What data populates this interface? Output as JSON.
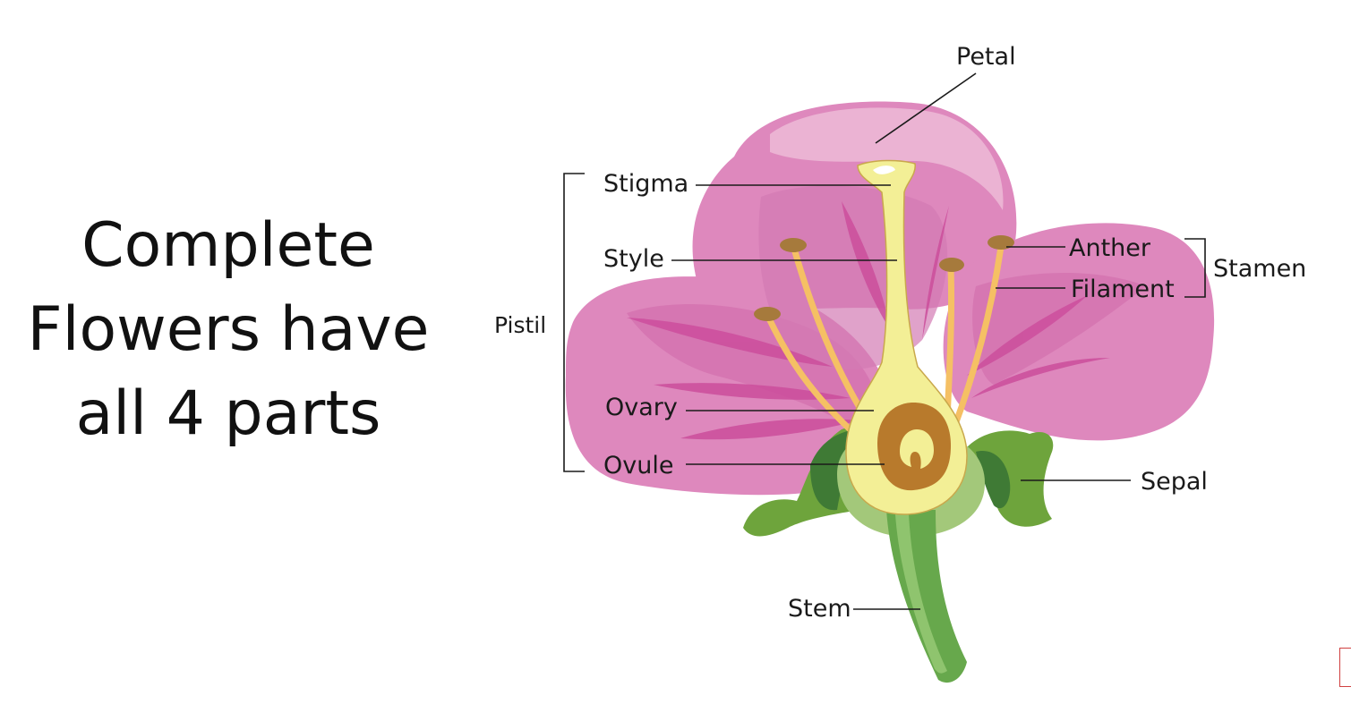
{
  "title_lines": [
    "Complete",
    "Flowers have",
    "all 4 parts"
  ],
  "labels": {
    "petal": "Petal",
    "stigma": "Stigma",
    "style": "Style",
    "pistil": "Pistil",
    "ovary": "Ovary",
    "ovule": "Ovule",
    "anther": "Anther",
    "filament": "Filament",
    "stamen": "Stamen",
    "sepal": "Sepal",
    "stem": "Stem"
  },
  "colors": {
    "petal_pink": "#de88bd",
    "petal_light": "#ebb3d3",
    "petal_dark": "#d06aaa",
    "petal_vein": "#cc4e9c",
    "pistil_yellow": "#f3ef96",
    "ovary_brown": "#b87a2c",
    "sepal_green": "#6ea43c",
    "sepal_dark": "#3f7a35",
    "sepal_light": "#a3c87a",
    "stem_green": "#67a84c",
    "filament_orange": "#f5c064",
    "anther_brown": "#a67a3c"
  }
}
